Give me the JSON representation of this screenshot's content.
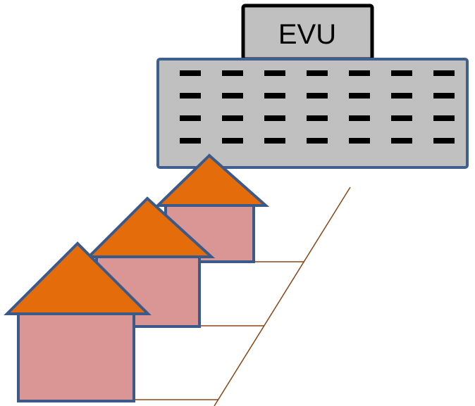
{
  "utility": {
    "label": "EVU",
    "label_box_fill": "#c0c0c0",
    "label_box_stroke": "#000000",
    "building_fill": "#c0c0c0",
    "building_stroke": "#3f5f8f",
    "window_color": "#000000",
    "window_rows": 4,
    "window_cols": 7
  },
  "houses": {
    "count": 3,
    "wall_fill": "#d99694",
    "roof_fill": "#e46c0a",
    "outline": "#3b5a8a"
  },
  "lines": {
    "color": "#8b4513"
  }
}
